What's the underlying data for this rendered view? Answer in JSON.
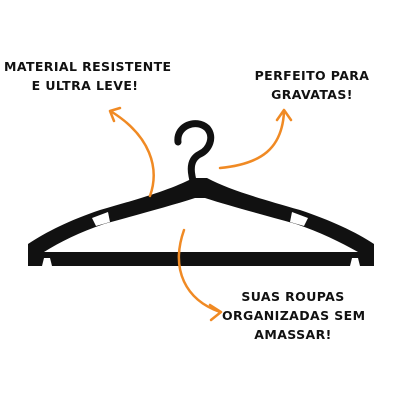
{
  "callouts": {
    "material": {
      "line1": "MATERIAL RESISTENTE",
      "line2": "E ULTRA LEVE!"
    },
    "gravatas": {
      "line1": "PERFEITO PARA",
      "line2": "GRAVATAS!"
    },
    "roupas": {
      "line1": "SUAS ROUPAS",
      "line2": "ORGANIZADAS SEM",
      "line3": "AMASSAR!"
    }
  },
  "colors": {
    "background": "#ffffff",
    "hanger": "#111111",
    "arrow": "#f08a24",
    "text": "#111111"
  },
  "icons": {
    "hanger": "clothes-hanger-icon",
    "arrow": "curved-arrow-icon"
  }
}
